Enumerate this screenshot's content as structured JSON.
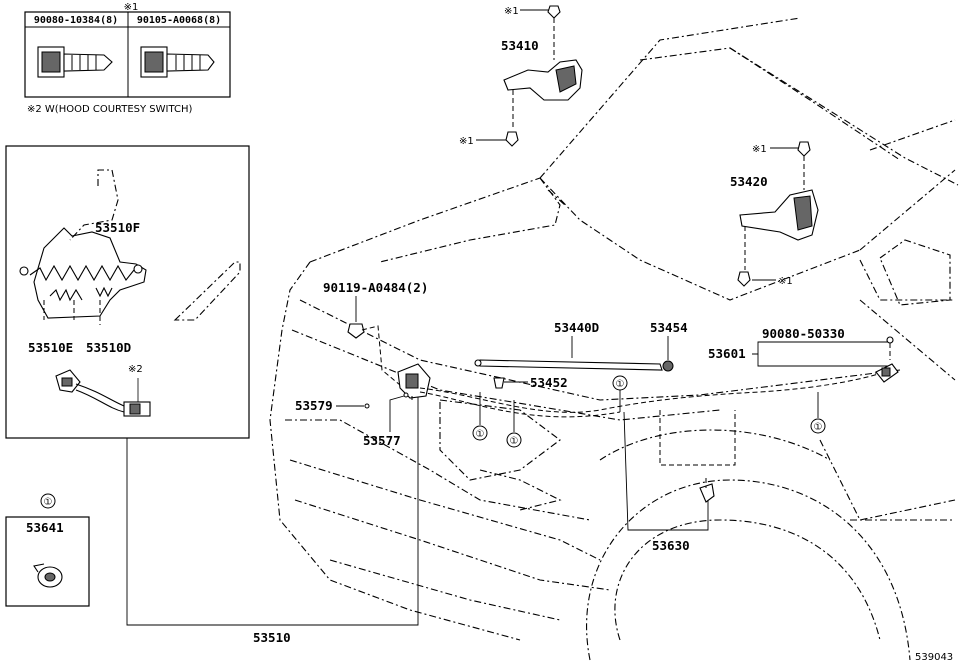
{
  "legend": {
    "note_mark": "※1",
    "bolts": [
      "90080-10384(8)",
      "90105-A0068(8)"
    ],
    "footnote": "※2 W(HOOD COURTESY SWITCH)"
  },
  "callouts": {
    "hinge_left": "53410",
    "hinge_left_mark_top": "※1",
    "hinge_left_mark_bottom": "※1",
    "hinge_right": "53420",
    "hinge_right_mark_top": "※1",
    "hinge_right_mark_bottom": "※1",
    "lock_spring": "53510F",
    "lock_e": "53510E",
    "lock_d": "53510D",
    "switch_mark": "※2",
    "lock_assy": "53510",
    "clip_ref": "①",
    "clip_part": "53641",
    "bolt_lock": "90119-A0484(2)",
    "rod": "53440D",
    "holder": "53454",
    "screw": "53452",
    "cushion": "53579",
    "rest": "53577",
    "seal_assy": "53601",
    "seal_bolt": "90080-50330",
    "insulator": "53630",
    "circle_ref": "①"
  },
  "drawing_id": "539043"
}
